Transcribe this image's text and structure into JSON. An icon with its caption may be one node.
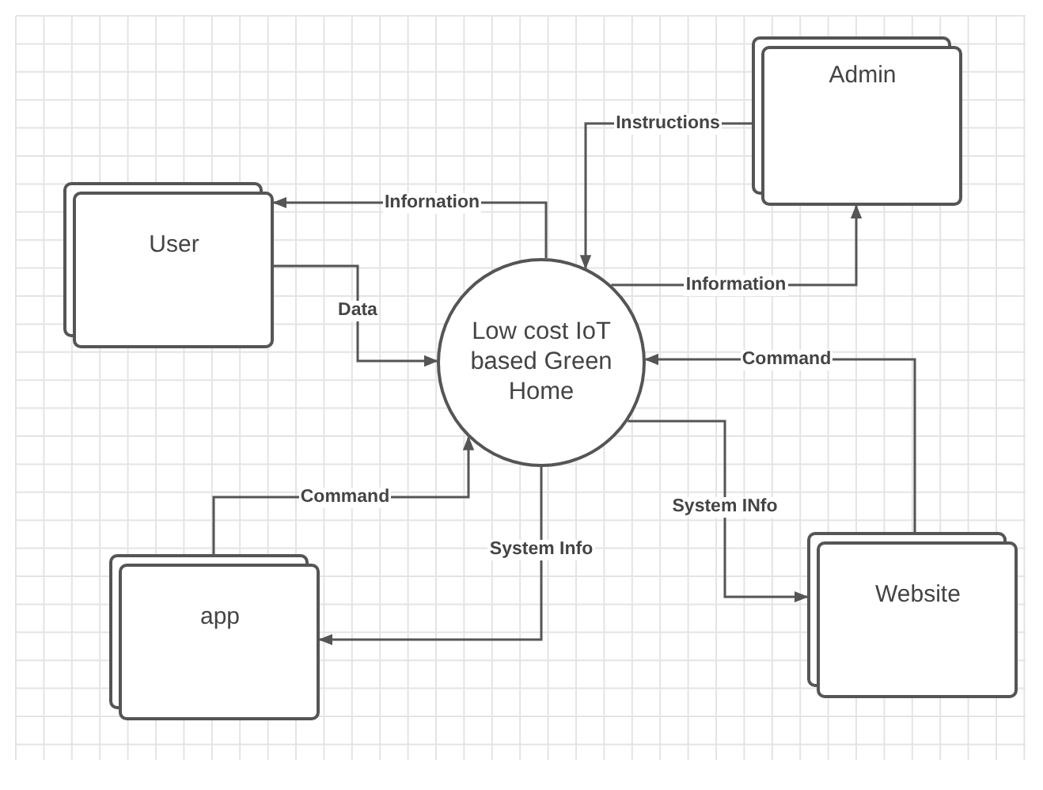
{
  "diagram": {
    "nodes": [
      {
        "text": [
          "User"
        ]
      },
      {
        "text": [
          "Admin"
        ]
      },
      {
        "text": [
          "Low cost IoT based Green Home"
        ]
      },
      {
        "text": [
          "app"
        ]
      },
      {
        "text": [
          "Website"
        ]
      }
    ],
    "edges": [
      {
        "from": 2,
        "to": 0,
        "arrow": "to",
        "label": "Infornation"
      },
      {
        "from": 0,
        "to": 2,
        "arrow": "to",
        "label": "Data"
      },
      {
        "from": 1,
        "to": 2,
        "arrow": "to",
        "label": "Instructions"
      },
      {
        "from": 2,
        "to": 1,
        "arrow": "to",
        "label": "Information"
      },
      {
        "from": 4,
        "to": 2,
        "arrow": "to",
        "label": "Command"
      },
      {
        "from": 2,
        "to": 4,
        "arrow": "to",
        "label": "System INfo"
      },
      {
        "from": 3,
        "to": 2,
        "arrow": "to",
        "label": "Command"
      },
      {
        "from": 2,
        "to": 3,
        "arrow": "to",
        "label": "System Info"
      }
    ]
  }
}
